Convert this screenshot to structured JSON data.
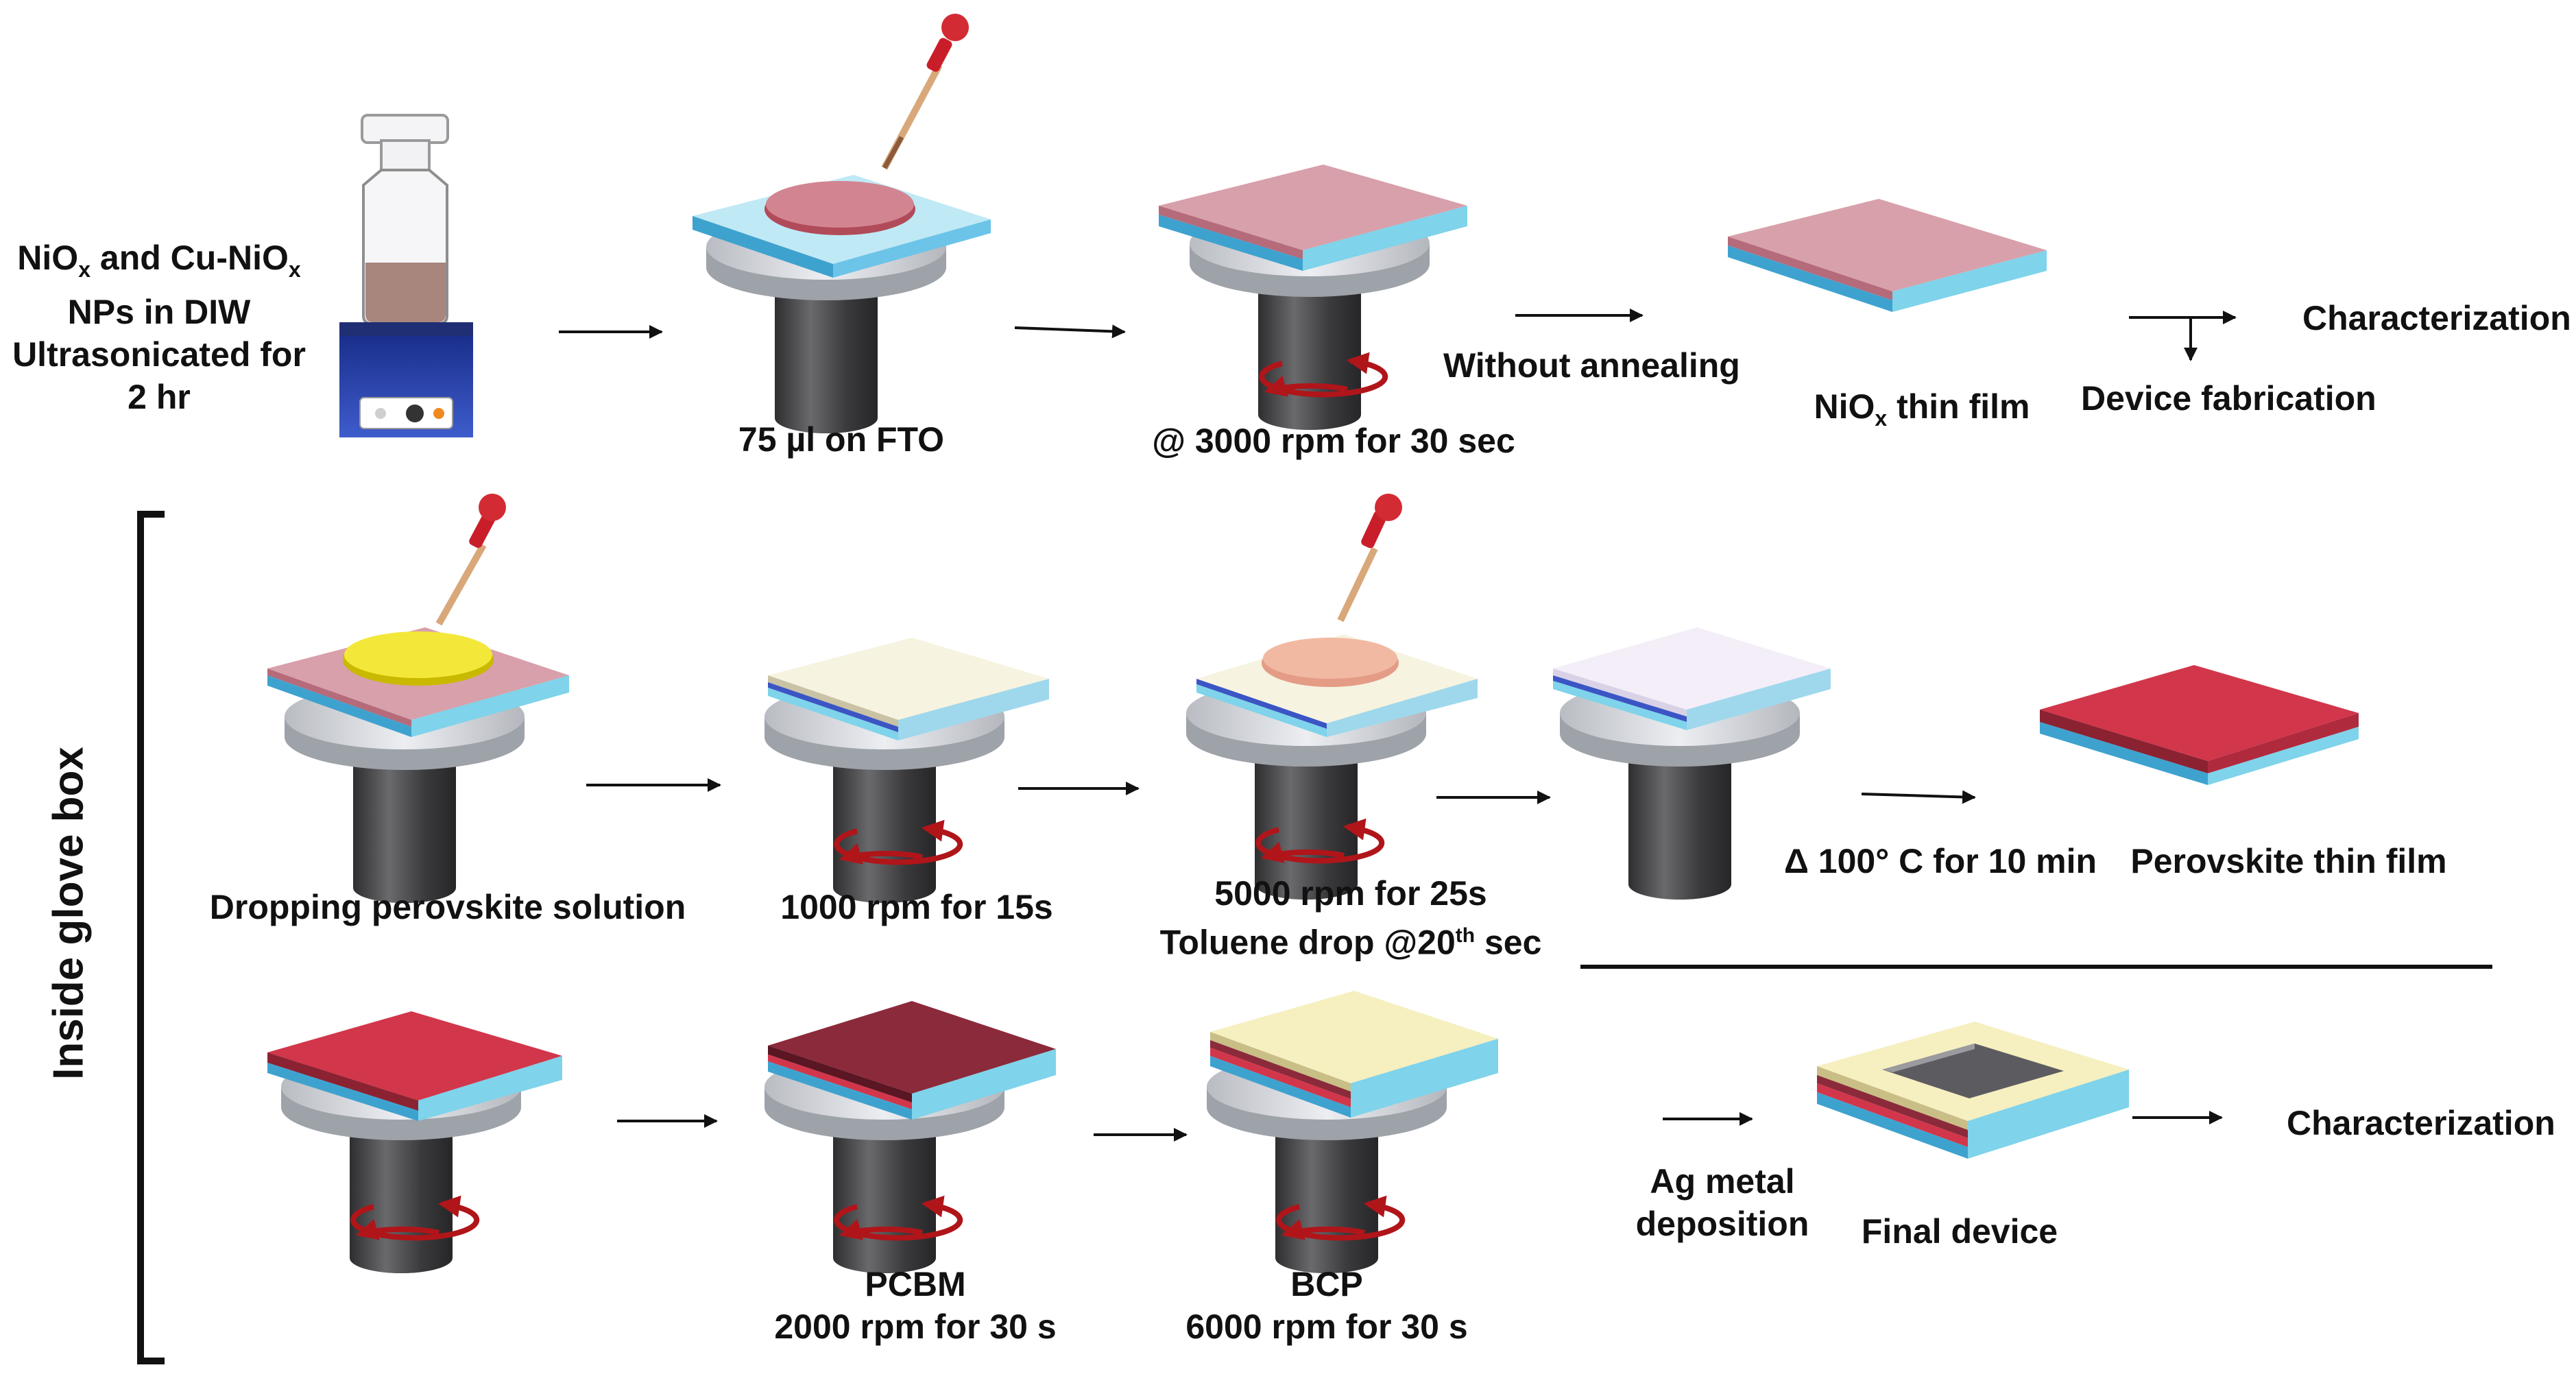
{
  "colors": {
    "fto_blue": "#7fd3ea",
    "nio_pink": "#d49aa5",
    "perovskite_red": "#d2364a",
    "pcbm_dark": "#8b2a3a",
    "bcp_cream": "#f6efc0",
    "yellow_drop": "#f3e83a",
    "peach_drop": "#f2b9a2",
    "chuck_gray": "#444446",
    "rotation_red": "#b0151a"
  },
  "labels": {
    "nps_line1_a": "NiO",
    "nps_line1_sub1": "x",
    "nps_line1_b": " and Cu-NiO",
    "nps_line1_sub2": "x",
    "nps_line2": "NPs in DIW",
    "nps_line3": "Ultrasonicated for",
    "nps_line4": "2 hr",
    "drop_fto": "75 µl on FTO",
    "spin_3000": "@ 3000 rpm for 30 sec",
    "without_annealing": "Without annealing",
    "nio_film_a": "NiO",
    "nio_film_sub": "x",
    "nio_film_b": " thin film",
    "characterization_top": "Characterization",
    "device_fabrication": "Device fabrication",
    "glove_box": "Inside glove box",
    "dropping_perovskite": "Dropping perovskite solution",
    "spin_1000": "1000 rpm for 15s",
    "spin_5000": "5000 rpm for 25s",
    "toluene_a": "Toluene drop @20",
    "toluene_sup": "th",
    "toluene_b": " sec",
    "anneal_100": "Δ 100° C for 10 min",
    "perovskite_film": "Perovskite thin film",
    "pcbm": "PCBM",
    "pcbm_spin": "2000 rpm for 30 s",
    "bcp": "BCP",
    "bcp_spin": "6000 rpm for 30 s",
    "ag_line1": "Ag metal",
    "ag_line2": "deposition",
    "final_device": "Final device",
    "characterization_bottom": "Characterization"
  }
}
